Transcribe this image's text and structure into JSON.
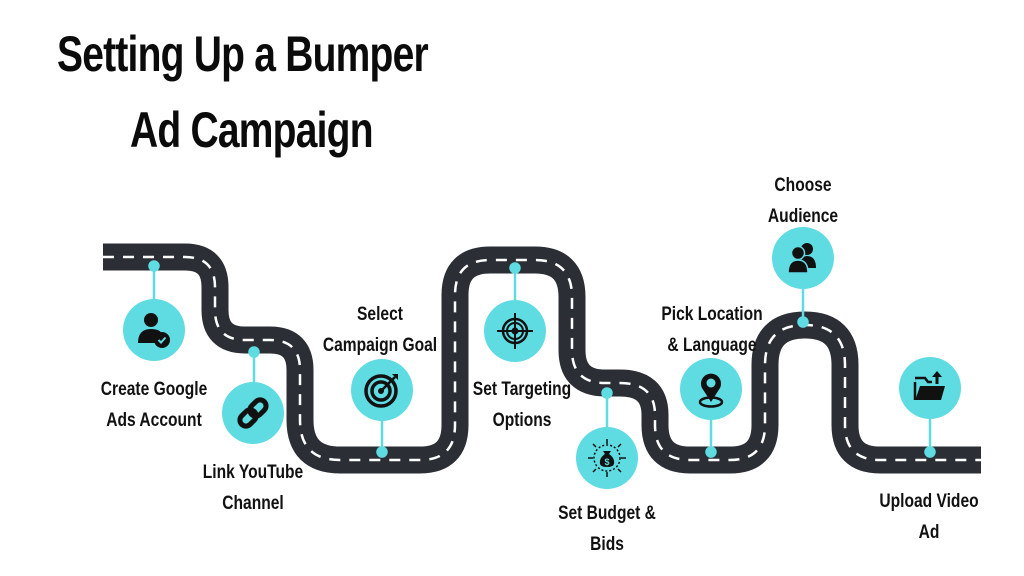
{
  "title": {
    "line1": "Setting Up a Bumper",
    "line2": "Ad Campaign"
  },
  "colors": {
    "road": "#2b2e35",
    "lane_marking": "#ffffff",
    "accent": "#5fdbe2",
    "text": "#111111"
  },
  "steps": [
    {
      "line1": "Create Google",
      "line2": "Ads Account",
      "icon": "user-check-icon"
    },
    {
      "line1": "Link YouTube",
      "line2": "Channel",
      "icon": "link-icon"
    },
    {
      "line1": "Select",
      "line2": "Campaign Goal",
      "icon": "bullseye-arrow-icon"
    },
    {
      "line1": "Set Targeting",
      "line2": "Options",
      "icon": "crosshair-icon"
    },
    {
      "line1": "Set Budget &",
      "line2": "Bids",
      "icon": "money-bag-icon"
    },
    {
      "line1": "Pick Location",
      "line2": "& Language",
      "icon": "map-pin-icon"
    },
    {
      "line1": "Choose",
      "line2": "Audience",
      "icon": "users-icon"
    },
    {
      "line1": "Upload Video",
      "line2": "Ad",
      "icon": "folder-upload-icon"
    }
  ]
}
